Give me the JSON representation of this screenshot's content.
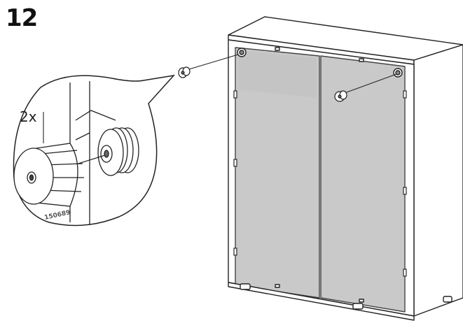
{
  "step": {
    "number": "12"
  },
  "detail": {
    "quantity": "2x",
    "part_number": "150689"
  },
  "colors": {
    "ink": "#222222",
    "panel": "#c9c9c9",
    "panel_shade": "#bdbdbd",
    "background": "#ffffff"
  },
  "parts": {
    "knob_icon": "knob-icon",
    "cabinet_icon": "cabinet-icon"
  }
}
